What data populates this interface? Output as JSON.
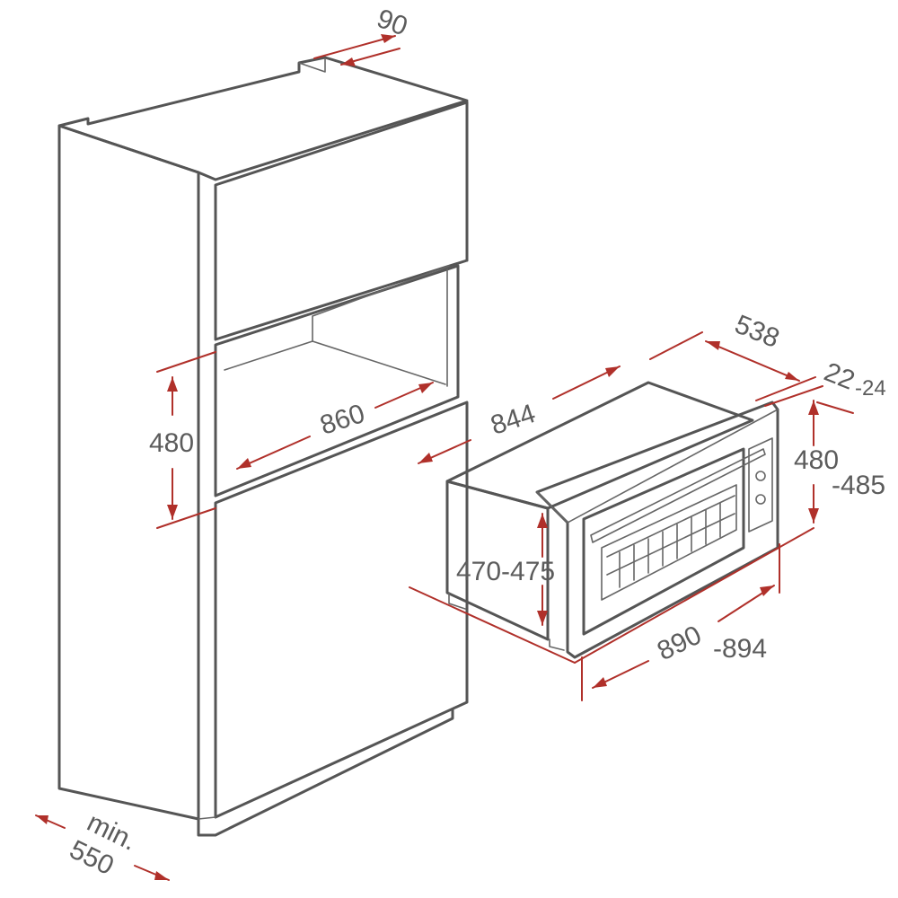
{
  "colors": {
    "outline": "#555555",
    "dimension": "#b0302a",
    "label": "#5c5c5c",
    "background": "#ffffff"
  },
  "dimensions": {
    "rear_gap": "90",
    "niche_height": "480",
    "niche_width": "860",
    "oven_body_width": "844",
    "oven_depth": "538",
    "door_thickness": "22",
    "door_thickness_max": "-24",
    "front_height": "480",
    "front_height_max": "-485",
    "body_height": "470-475",
    "front_width": "890",
    "front_width_max": "-894",
    "cabinet_depth_prefix": "min.",
    "cabinet_depth": "550"
  }
}
